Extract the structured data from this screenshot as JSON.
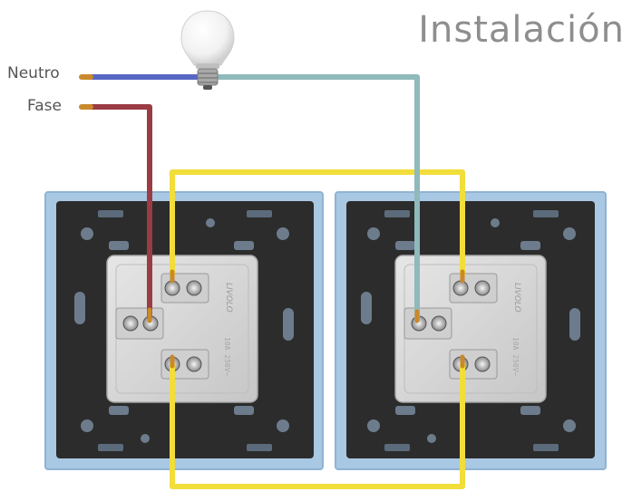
{
  "title": "Instalación",
  "labels": {
    "neutral": "Neutro",
    "phase": "Fase"
  },
  "colors": {
    "neutral_wire": "#5867c4",
    "phase_wire": "#9b3b44",
    "lamp_return_wire": "#8fb9bb",
    "traveler_wire": "#f1de3b",
    "copper": "#c9892c",
    "frame_border": "#9dbfdc",
    "plate": "#2b2b2b",
    "mechanism": "#d9d9d9"
  },
  "diagram": {
    "lamp_icon": "light-bulb-icon",
    "switches": [
      {
        "name": "switch-left",
        "brand": "LIVOLO",
        "spec": "10A 250V~"
      },
      {
        "name": "switch-right",
        "brand": "LIVOLO",
        "spec": "10A 250V~"
      }
    ]
  }
}
